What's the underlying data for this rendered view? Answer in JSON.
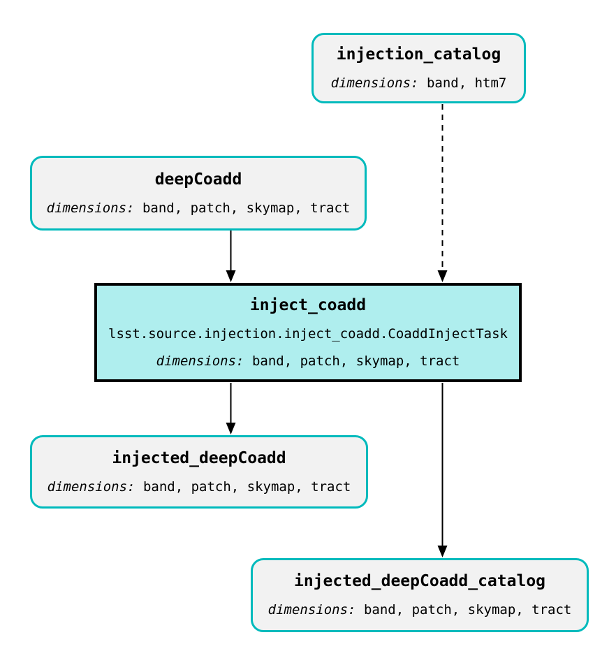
{
  "diagram": {
    "kind": "pipeline-graph",
    "colors": {
      "dataset-border": "#00babc",
      "dataset-fill": "#f2f2f2",
      "task-border": "#000000",
      "task-fill": "#afeeee",
      "edge": "#000000",
      "text": "#000000"
    },
    "nodes": [
      {
        "id": "injection_catalog",
        "kind": "dataset",
        "title": "injection_catalog",
        "dims_label": "dimensions:",
        "dims_values": "band, htm7"
      },
      {
        "id": "deepCoadd",
        "kind": "dataset",
        "title": "deepCoadd",
        "dims_label": "dimensions:",
        "dims_values": "band, patch, skymap, tract"
      },
      {
        "id": "inject_coadd",
        "kind": "task",
        "title": "inject_coadd",
        "task_class": "lsst.source.injection.inject_coadd.CoaddInjectTask",
        "dims_label": "dimensions:",
        "dims_values": "band, patch, skymap, tract"
      },
      {
        "id": "injected_deepCoadd",
        "kind": "dataset",
        "title": "injected_deepCoadd",
        "dims_label": "dimensions:",
        "dims_values": "band, patch, skymap, tract"
      },
      {
        "id": "injected_deepCoadd_catalog",
        "kind": "dataset",
        "title": "injected_deepCoadd_catalog",
        "dims_label": "dimensions:",
        "dims_values": "band, patch, skymap, tract"
      }
    ],
    "edges": [
      {
        "from": "injection_catalog",
        "to": "inject_coadd",
        "style": "dashed"
      },
      {
        "from": "deepCoadd",
        "to": "inject_coadd",
        "style": "solid"
      },
      {
        "from": "inject_coadd",
        "to": "injected_deepCoadd",
        "style": "solid"
      },
      {
        "from": "inject_coadd",
        "to": "injected_deepCoadd_catalog",
        "style": "solid"
      }
    ]
  }
}
